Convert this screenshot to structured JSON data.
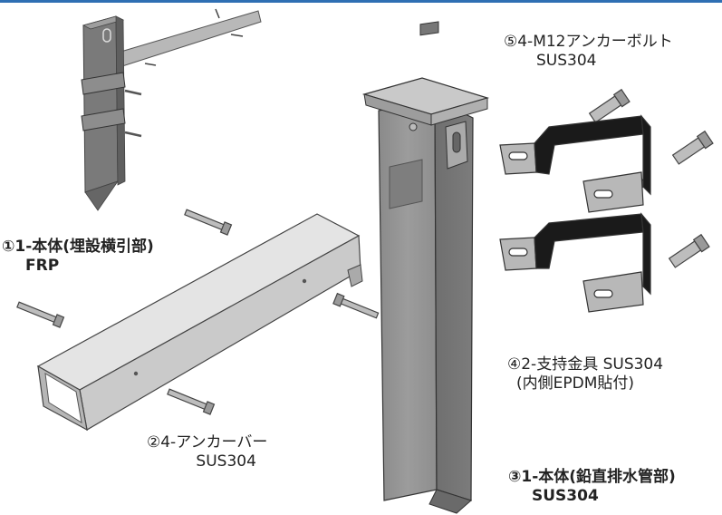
{
  "labels": {
    "part1": {
      "line1": "①1-本体(埋設横引部)",
      "line2": "FRP"
    },
    "part2": {
      "line1": "②4-アンカーバー",
      "line2": "SUS304"
    },
    "part3": {
      "line1": "③1-本体(鉛直排水管部)",
      "line2": "SUS304"
    },
    "part4": {
      "line1": "④2-支持金具 SUS304",
      "line2": "(内側EPDM貼付)"
    },
    "part5": {
      "line1": "⑤4-M12アンカーボルト",
      "line2": "SUS304"
    }
  },
  "colors": {
    "accent": "#2f6fb3",
    "steel_light": "#d3d3d3",
    "steel_mid": "#a9a9a9",
    "steel_dark": "#7d7d7d",
    "epdm": "#1a1a1a"
  }
}
